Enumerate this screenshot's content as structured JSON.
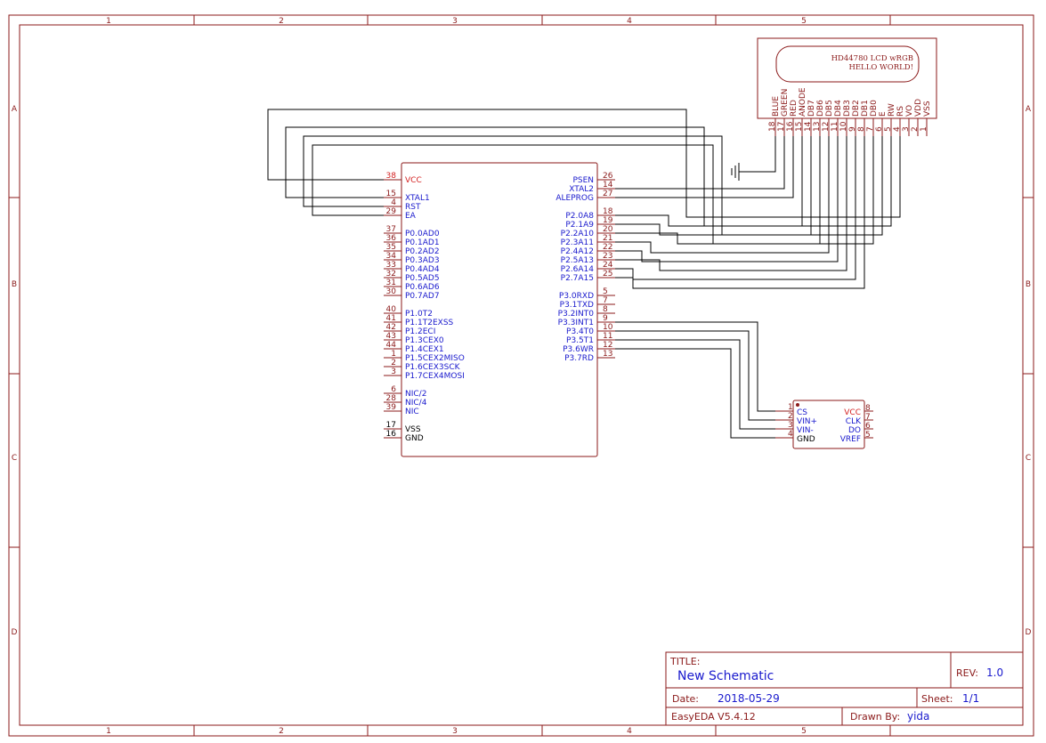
{
  "frame": {
    "columns": [
      "1",
      "2",
      "3",
      "4",
      "5"
    ],
    "rows": [
      "A",
      "B",
      "C",
      "D"
    ]
  },
  "mcu": {
    "left_pins": [
      {
        "num": "38",
        "name": "VCC",
        "color": "red"
      },
      {
        "num": "15",
        "name": "XTAL1",
        "color": "blue"
      },
      {
        "num": "4",
        "name": "RST",
        "color": "blue"
      },
      {
        "num": "29",
        "name": "EA",
        "color": "blue"
      },
      {
        "num": "37",
        "name": "P0.0AD0",
        "color": "blue"
      },
      {
        "num": "36",
        "name": "P0.1AD1",
        "color": "blue"
      },
      {
        "num": "35",
        "name": "P0.2AD2",
        "color": "blue"
      },
      {
        "num": "34",
        "name": "P0.3AD3",
        "color": "blue"
      },
      {
        "num": "33",
        "name": "P0.4AD4",
        "color": "blue"
      },
      {
        "num": "32",
        "name": "P0.5AD5",
        "color": "blue"
      },
      {
        "num": "31",
        "name": "P0.6AD6",
        "color": "blue"
      },
      {
        "num": "30",
        "name": "P0.7AD7",
        "color": "blue"
      },
      {
        "num": "40",
        "name": "P1.0T2",
        "color": "blue"
      },
      {
        "num": "41",
        "name": "P1.1T2EXSS",
        "color": "blue"
      },
      {
        "num": "42",
        "name": "P1.2ECI",
        "color": "blue"
      },
      {
        "num": "43",
        "name": "P1.3CEX0",
        "color": "blue"
      },
      {
        "num": "44",
        "name": "P1.4CEX1",
        "color": "blue"
      },
      {
        "num": "1",
        "name": "P1.5CEX2MISO",
        "color": "blue"
      },
      {
        "num": "2",
        "name": "P1.6CEX3SCK",
        "color": "blue"
      },
      {
        "num": "3",
        "name": "P1.7CEX4MOSI",
        "color": "blue"
      },
      {
        "num": "6",
        "name": "NIC/2",
        "color": "blue"
      },
      {
        "num": "28",
        "name": "NIC/4",
        "color": "blue"
      },
      {
        "num": "39",
        "name": "NIC",
        "color": "blue"
      },
      {
        "num": "17",
        "name": "VSS",
        "color": "black"
      },
      {
        "num": "16",
        "name": "GND",
        "color": "black"
      }
    ],
    "right_pins": [
      {
        "num": "26",
        "name": "PSEN"
      },
      {
        "num": "14",
        "name": "XTAL2"
      },
      {
        "num": "27",
        "name": "ALEPROG"
      },
      {
        "num": "18",
        "name": "P2.0A8"
      },
      {
        "num": "19",
        "name": "P2.1A9"
      },
      {
        "num": "20",
        "name": "P2.2A10"
      },
      {
        "num": "21",
        "name": "P2.3A11"
      },
      {
        "num": "22",
        "name": "P2.4A12"
      },
      {
        "num": "23",
        "name": "P2.5A13"
      },
      {
        "num": "24",
        "name": "P2.6A14"
      },
      {
        "num": "25",
        "name": "P2.7A15"
      },
      {
        "num": "5",
        "name": "P3.0RXD"
      },
      {
        "num": "7",
        "name": "P3.1TXD"
      },
      {
        "num": "8",
        "name": "P3.2INT0"
      },
      {
        "num": "9",
        "name": "P3.3INT1"
      },
      {
        "num": "10",
        "name": "P3.4T0"
      },
      {
        "num": "11",
        "name": "P3.5T1"
      },
      {
        "num": "12",
        "name": "P3.6WR"
      },
      {
        "num": "13",
        "name": "P3.7RD"
      }
    ]
  },
  "lcd": {
    "line1": "HD44780 LCD wRGB",
    "line2": "HELLO WORLD!",
    "pins": [
      {
        "num": "18",
        "name": "BLUE"
      },
      {
        "num": "17",
        "name": "GREEN"
      },
      {
        "num": "16",
        "name": "RED"
      },
      {
        "num": "15",
        "name": "ANODE"
      },
      {
        "num": "14",
        "name": "DB7"
      },
      {
        "num": "13",
        "name": "DB6"
      },
      {
        "num": "12",
        "name": "DB5"
      },
      {
        "num": "11",
        "name": "DB4"
      },
      {
        "num": "10",
        "name": "DB3"
      },
      {
        "num": "9",
        "name": "DB2"
      },
      {
        "num": "8",
        "name": "DB1"
      },
      {
        "num": "7",
        "name": "DB0"
      },
      {
        "num": "6",
        "name": "E"
      },
      {
        "num": "5",
        "name": "RW"
      },
      {
        "num": "4",
        "name": "RS"
      },
      {
        "num": "3",
        "name": "VO"
      },
      {
        "num": "2",
        "name": "VDD"
      },
      {
        "num": "1",
        "name": "VSS"
      }
    ]
  },
  "adc": {
    "left_pins": [
      {
        "num": "1",
        "name": "CS",
        "color": "blue"
      },
      {
        "num": "2",
        "name": "VIN+",
        "color": "blue"
      },
      {
        "num": "3",
        "name": "VIN-",
        "color": "blue"
      },
      {
        "num": "4",
        "name": "GND",
        "color": "black"
      }
    ],
    "right_pins": [
      {
        "num": "8",
        "name": "VCC",
        "color": "red"
      },
      {
        "num": "7",
        "name": "CLK",
        "color": "blue"
      },
      {
        "num": "6",
        "name": "DO",
        "color": "blue"
      },
      {
        "num": "5",
        "name": "VREF",
        "color": "blue"
      }
    ]
  },
  "title_block": {
    "title_label": "TITLE:",
    "title": "New Schematic",
    "rev_label": "REV:",
    "rev": "1.0",
    "date_label": "Date:",
    "date": "2018-05-29",
    "sheet_label": "Sheet:",
    "sheet": "1/1",
    "software": "EasyEDA V5.4.12",
    "drawn_label": "Drawn By:",
    "drawn": "yida"
  }
}
